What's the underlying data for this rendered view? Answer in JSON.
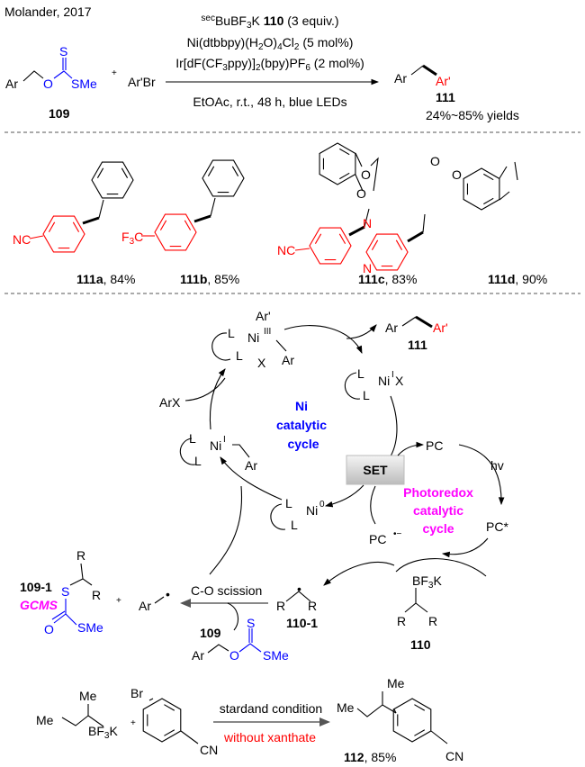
{
  "header": {
    "reference": "Molander, 2017"
  },
  "reaction": {
    "reactant1_label": "109",
    "Ar": "Ar",
    "O": "O",
    "S": "S",
    "SMe": "SMe",
    "plus": "+",
    "reactant2": "Ar'Br",
    "cond1_sup": "sec",
    "cond1_a": "BuBF",
    "cond1_sub": "3",
    "cond1_b": "K ",
    "cond1_bold": "110",
    "cond1_c": " (3 equiv.)",
    "cond2": [
      "Ni(dtbbpy)(H",
      "2",
      "O)",
      "4",
      "Cl",
      "2",
      " (5 mol%)"
    ],
    "cond3": [
      "Ir[dF(CF",
      "3",
      "ppy)]",
      "2",
      "(bpy)PF",
      "6",
      " (2 mol%)"
    ],
    "cond4": "EtOAc, r.t., 48 h, blue LEDs",
    "product_Ar": "Ar",
    "product_Arp": "Ar'",
    "product_label": "111",
    "product_yield": "24%~85% yields"
  },
  "examples": [
    {
      "label": "111a",
      "yield": ", 84%",
      "group": "NC"
    },
    {
      "label": "111b",
      "yield": ", 85%",
      "group": "F",
      "group_sub": "3",
      "group_c": "C"
    },
    {
      "label": "111c",
      "yield": ", 83%",
      "group": "NC",
      "O": "O"
    },
    {
      "label": "111d",
      "yield": ", 90%",
      "N": "N",
      "O": "O"
    }
  ],
  "mechanism": {
    "L": "L",
    "Ni": "Ni",
    "III": "III",
    "I": "I",
    "zero": "0",
    "X": "X",
    "Ar": "Ar",
    "Arp": "Ar'",
    "ArX": "ArX",
    "product_label": "111",
    "ni_cycle": [
      "Ni",
      "catalytic",
      "cycle"
    ],
    "photo_cycle": [
      "Photoredox",
      "catalytic",
      "cycle"
    ],
    "SET": "SET",
    "PC": "PC",
    "PCstar": "PC*",
    "PCrad": "PC",
    "rad": "•−",
    "hv": "hv",
    "radical_label": "110-1",
    "R": "R",
    "dot": "•",
    "BF3K": [
      "BF",
      "3",
      "K"
    ],
    "boron_label": "110",
    "scission": "C-O scission",
    "xanthate_label": "109",
    "S": "S",
    "O": "O",
    "SMe": "SMe",
    "byproduct_label": "109-1",
    "gcms": "GCMS",
    "plus": "+"
  },
  "control": {
    "Me": "Me",
    "BF3K": [
      "BF",
      "3",
      "K"
    ],
    "Br": "Br",
    "CN": "CN",
    "plus": "+",
    "condition": "stardand condition",
    "without": "without xanthate",
    "product_label": "112",
    "product_yield": ", 85%"
  }
}
